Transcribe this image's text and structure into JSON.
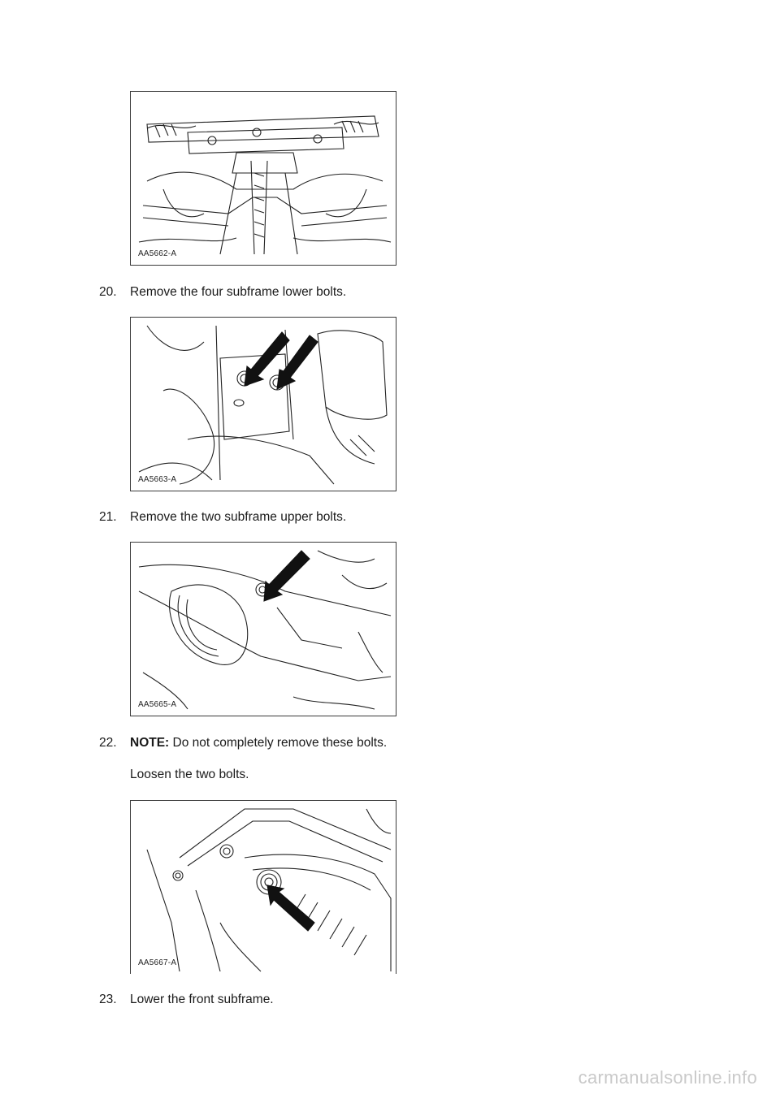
{
  "figures": [
    {
      "code": "AA5662-A"
    },
    {
      "code": "AA5663-A"
    },
    {
      "code": "AA5665-A"
    },
    {
      "code": "AA5667-A"
    }
  ],
  "steps": [
    {
      "number": "20.",
      "text": "Remove the four subframe lower bolts."
    },
    {
      "number": "21.",
      "text": "Remove the two subframe upper bolts."
    },
    {
      "number": "22.",
      "note_label": "NOTE:",
      "note_text": " Do not completely remove these bolts.",
      "text": "Loosen the two bolts."
    },
    {
      "number": "23.",
      "text": "Lower the front subframe."
    }
  ],
  "watermark": "carmanualsonline.info"
}
